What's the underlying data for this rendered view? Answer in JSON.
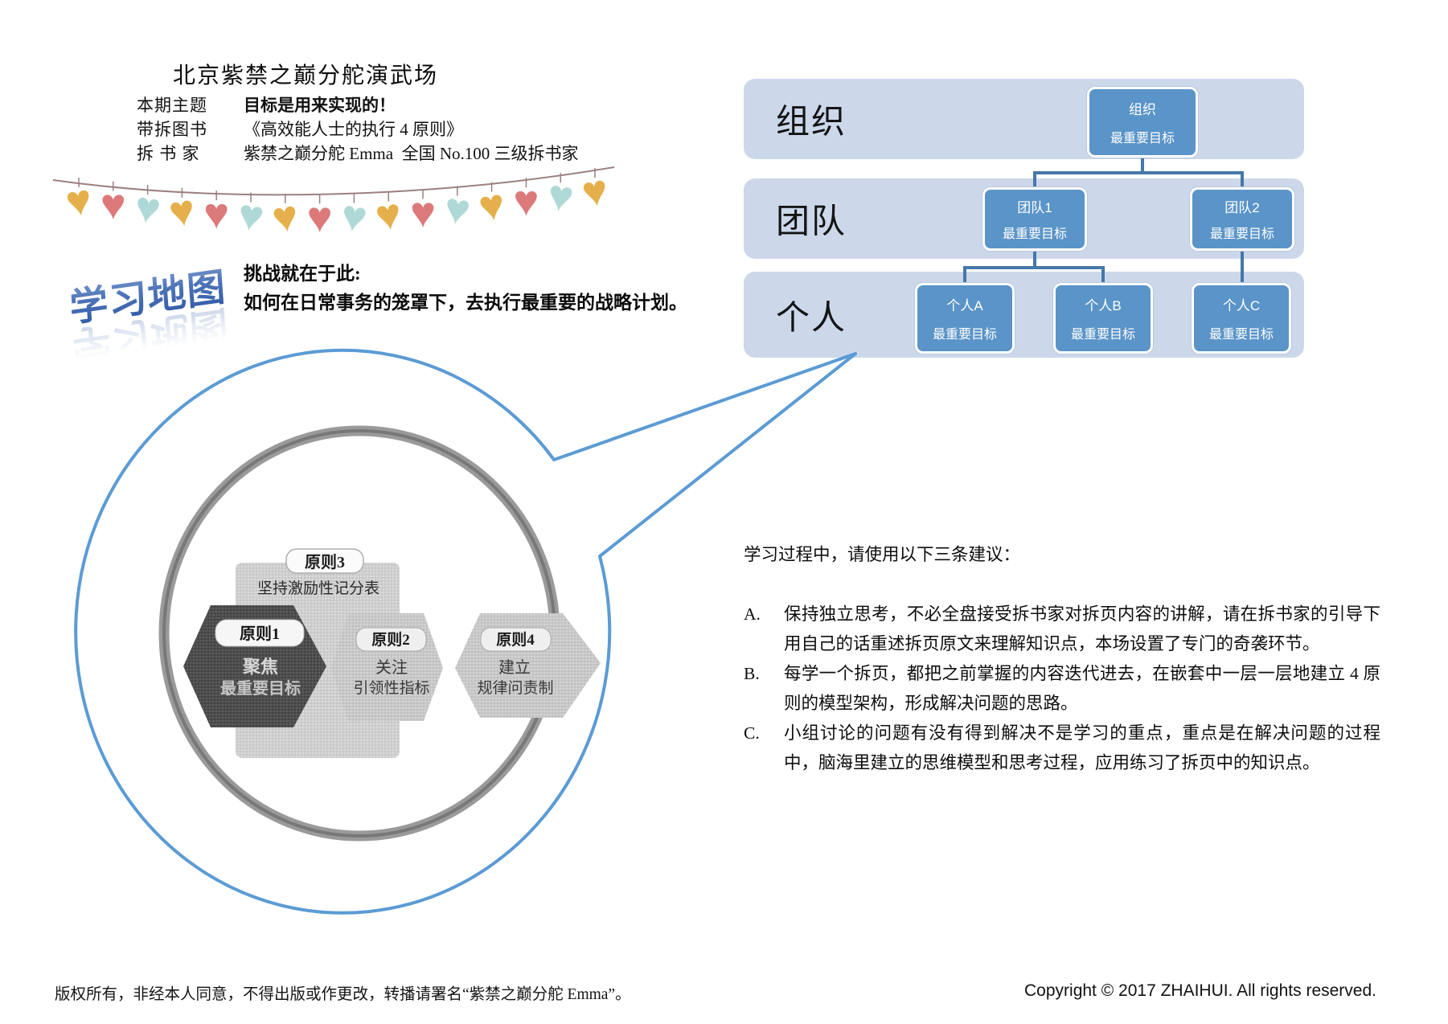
{
  "header": {
    "title": "北京紫禁之巅分舵演武场",
    "rows": [
      {
        "label": "本期主题",
        "value": "目标是用来实现的！"
      },
      {
        "label": "带拆图书",
        "value": "《高效能人士的执行 4 原则》"
      },
      {
        "label": "拆 书 家",
        "value": "紫禁之巅分舵 Emma  全国 No.100 三级拆书家"
      }
    ]
  },
  "banner": {
    "heart_colors": [
      "#e3aa3c",
      "#da6f70",
      "#a9d6d3"
    ],
    "heart_count": 16,
    "string_color": "#9c8080"
  },
  "learning_map": {
    "wordart": "学习地图",
    "challenge_title": "挑战就在于此:",
    "challenge_text": "如何在日常事务的笼罩下，去执行最重要的战略计划。"
  },
  "org_chart": {
    "rows": [
      {
        "label": "组织",
        "boxes": [
          {
            "title": "组织",
            "subtitle": "最重要目标"
          }
        ]
      },
      {
        "label": "团队",
        "boxes": [
          {
            "title": "团队1",
            "subtitle": "最重要目标"
          },
          {
            "title": "团队2",
            "subtitle": "最重要目标"
          }
        ]
      },
      {
        "label": "个人",
        "boxes": [
          {
            "title": "个人A",
            "subtitle": "最重要目标"
          },
          {
            "title": "个人B",
            "subtitle": "最重要目标"
          },
          {
            "title": "个人C",
            "subtitle": "最重要目标"
          }
        ]
      }
    ],
    "colors": {
      "band": "#ccd8ea",
      "box": "#5a94c8",
      "connector": "#4678a8"
    }
  },
  "magnifier": {
    "principle3": {
      "tag": "原则3",
      "text": "坚持激励性记分表"
    },
    "principle1": {
      "tag": "原则1",
      "line1": "聚焦",
      "line2": "最重要目标"
    },
    "principle2": {
      "tag": "原则2",
      "line1": "关注",
      "line2": "引领性指标"
    },
    "principle4": {
      "tag": "原则4",
      "line1": "建立",
      "line2": "规律问责制"
    },
    "colors": {
      "bubble": "#5b9bd5",
      "ring": "#9a9a9a"
    }
  },
  "suggestions": {
    "intro": "学习过程中，请使用以下三条建议：",
    "items": [
      {
        "key": "A.",
        "text": "保持独立思考，不必全盘接受拆书家对拆页内容的讲解，请在拆书家的引导下用自己的话重述拆页原文来理解知识点，本场设置了专门的奇袭环节。"
      },
      {
        "key": "B.",
        "text": "每学一个拆页，都把之前掌握的内容迭代进去，在嵌套中一层一层地建立 4 原则的模型架构，形成解决问题的思路。"
      },
      {
        "key": "C.",
        "text": "小组讨论的问题有没有得到解决不是学习的重点，重点是在解决问题的过程中，脑海里建立的思维模型和思考过程，应用练习了拆页中的知识点。"
      }
    ]
  },
  "footer": {
    "left": "版权所有，非经本人同意，不得出版或作更改，转播请署名“紫禁之巅分舵 Emma”。",
    "right": "Copyright © 2017 ZHAIHUI. All rights reserved."
  }
}
